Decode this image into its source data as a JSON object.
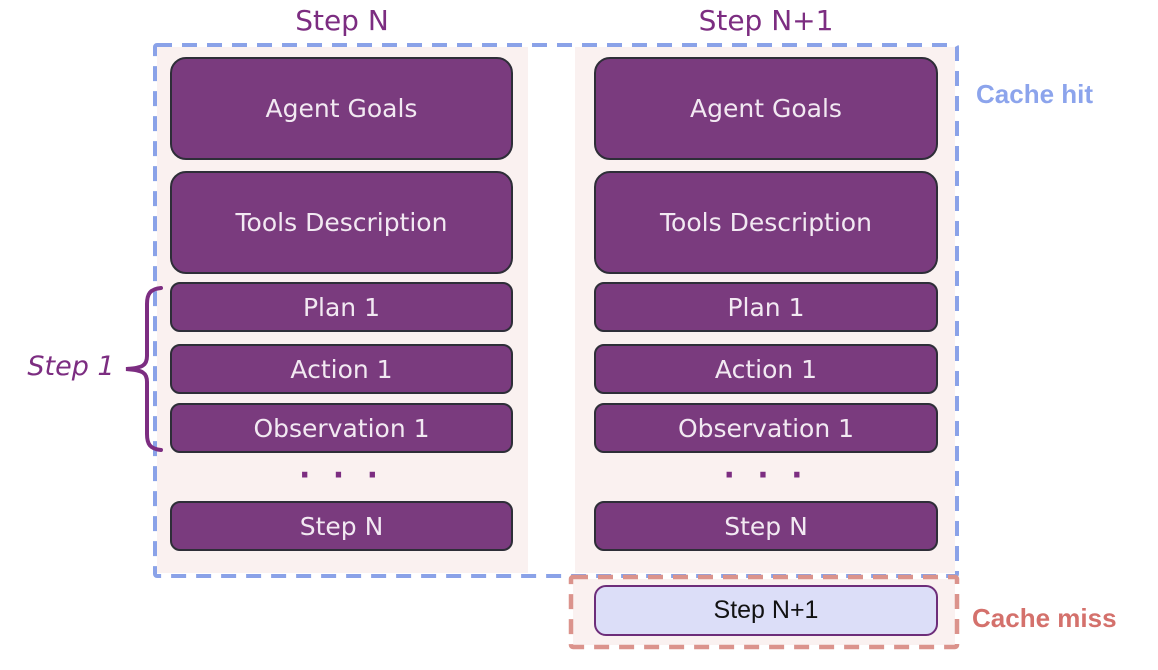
{
  "columns": [
    {
      "title": "Step N",
      "boxes": [
        "Agent Goals",
        "Tools Description",
        "Plan 1",
        "Action 1",
        "Observation 1"
      ],
      "ellipsis": "· · ·",
      "tail": "Step N"
    },
    {
      "title": "Step N+1",
      "boxes": [
        "Agent Goals",
        "Tools Description",
        "Plan 1",
        "Action 1",
        "Observation 1"
      ],
      "ellipsis": "· · ·",
      "tail": "Step N",
      "new_step": "Step N+1"
    }
  ],
  "annotations": {
    "cache_hit": "Cache hit",
    "cache_miss": "Cache miss",
    "step_bracket": "Step 1"
  },
  "colors": {
    "box_fill": "#7a3b7e",
    "box_border": "#2e2e38",
    "box_text": "#f2e9f2",
    "panel_bg": "#faf1f0",
    "hit_border": "#8aa2e8",
    "hit_text": "#8ca4ec",
    "miss_border": "#db938c",
    "miss_text": "#d4716c",
    "title_text": "#7c2d81",
    "miss_box_fill": "#dcdef8",
    "miss_box_border": "#6d2d7a",
    "miss_box_text": "#131313"
  }
}
